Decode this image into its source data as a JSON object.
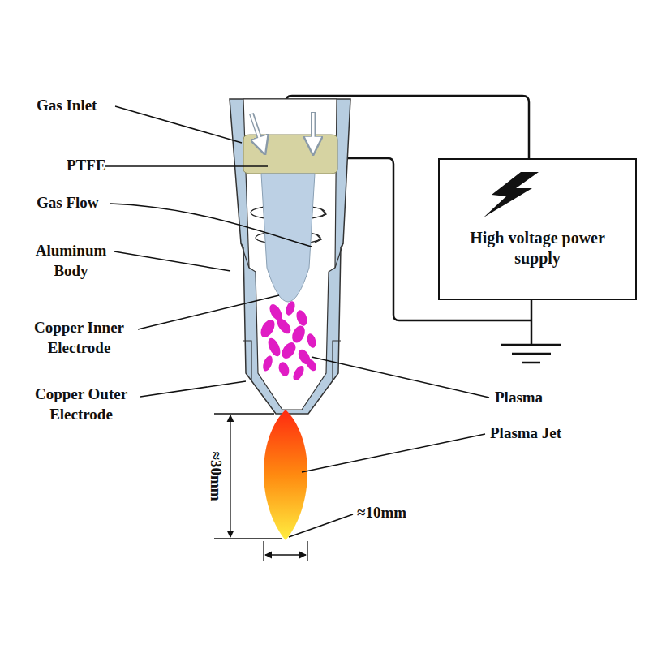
{
  "diagram": {
    "nodes": [
      {
        "text": [
          "High voltage power supply"
        ]
      }
    ],
    "edges": [],
    "labels": [
      "Gas Inlet",
      "PTFE",
      "Gas Flow",
      "Aluminum Body",
      "Copper Inner Electrode",
      "Copper Outer Electrode",
      "Plasma",
      "Plasma Jet",
      "≈30mm",
      "≈10mm"
    ]
  }
}
